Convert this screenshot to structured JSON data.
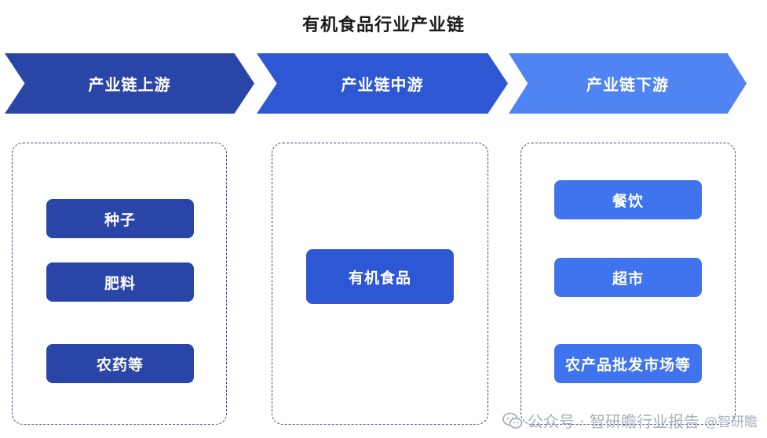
{
  "title": "有机食品行业产业链",
  "stages": [
    {
      "label": "产业链上游",
      "items": [
        "种子",
        "肥料",
        "农药等"
      ]
    },
    {
      "label": "产业链中游",
      "items": [
        "有机食品"
      ]
    },
    {
      "label": "产业链下游",
      "items": [
        "餐饮",
        "超市",
        "农产品批发市场等"
      ]
    }
  ],
  "watermark": {
    "text": "公众号 · 智研瞻行业报告",
    "handle": "@智研瞻",
    "icon": "wechat-icon"
  },
  "colors": {
    "upstream": "#2a45a8",
    "midstream": "#2e57d4",
    "downstream": "#4f84f2",
    "panel_border": "#3a4a8c"
  }
}
